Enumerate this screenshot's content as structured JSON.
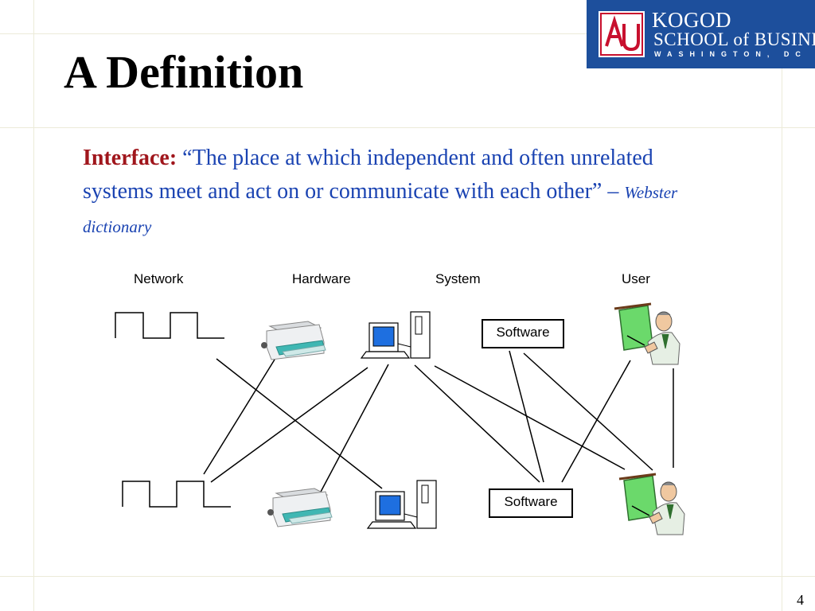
{
  "slide": {
    "title": "A Definition",
    "page_number": "4"
  },
  "logo": {
    "line1": "KOGOD",
    "line2": "SCHOOL of BUSINESS",
    "line3": "WASHINGTON, DC",
    "monogram": "AU",
    "colors": {
      "background": "#1d4f9c",
      "text": "#ffffff",
      "monogram": "#c8102e"
    }
  },
  "definition": {
    "term": "Interface:",
    "quote_open": "“",
    "text": "The place at which independent and often unrelated systems meet and act on or communicate with each other",
    "quote_close": "”",
    "dash": " – ",
    "source": "Webster dictionary",
    "colors": {
      "term": "#a0161c",
      "text": "#1a43b2"
    }
  },
  "diagram": {
    "columns": [
      "Network",
      "Hardware",
      "System",
      "User"
    ],
    "boxes": {
      "top": "Software",
      "bottom": "Software"
    },
    "icons": [
      "square-wave-icon",
      "printer-icon",
      "computer-icon",
      "presenter-icon"
    ]
  }
}
